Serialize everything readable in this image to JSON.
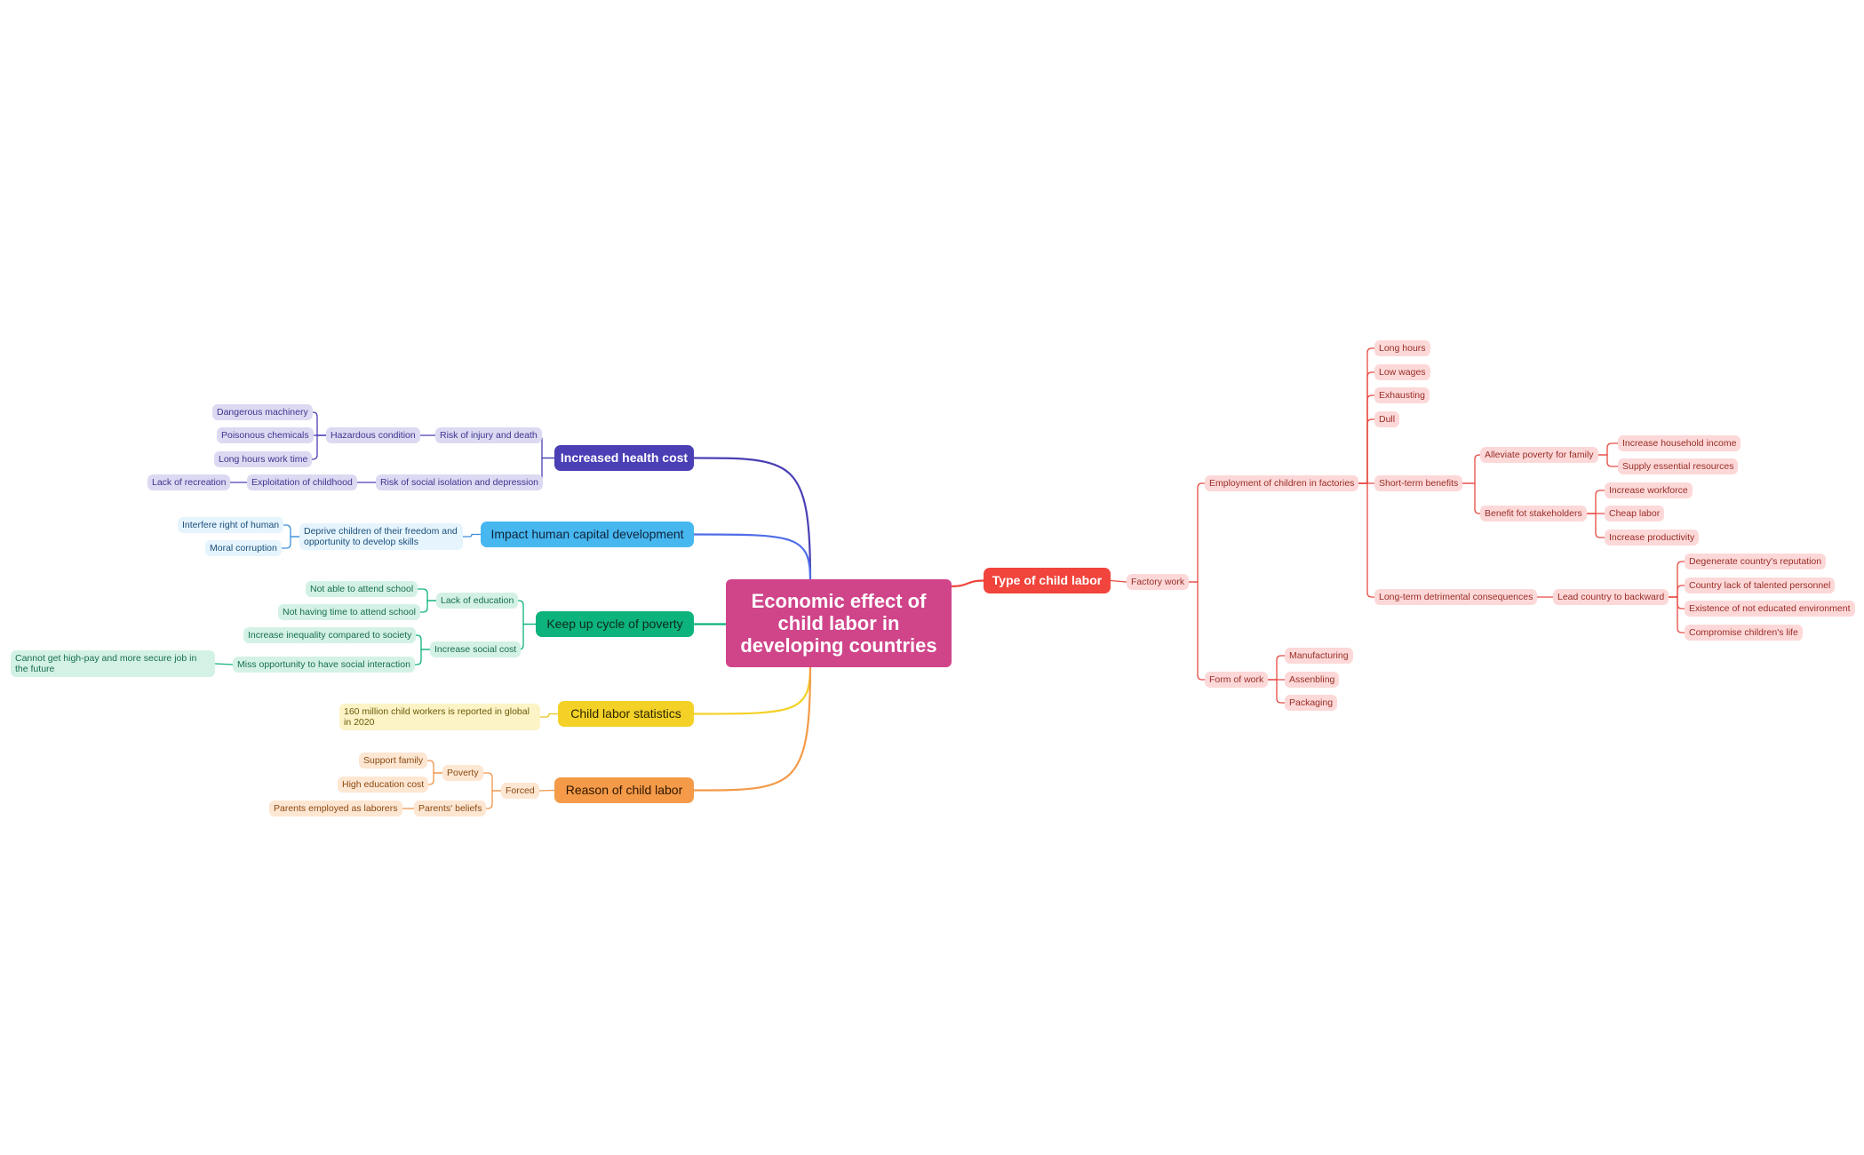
{
  "center": {
    "title": "Economic effect of child labor in developing countries",
    "color": "#d0448a"
  },
  "branches": {
    "health": {
      "label": "Increased health cost",
      "color": "#4a3fb5",
      "injury": "Risk of injury and death",
      "hazard": "Hazardous condition",
      "machinery": "Dangerous machinery",
      "chemicals": "Poisonous chemicals",
      "hours": "Long hours work time",
      "isolation": "Risk of social isolation and depression",
      "exploitation": "Exploitation of childhood",
      "recreation": "Lack of recreation"
    },
    "capital": {
      "label": "Impact human capital development",
      "color": "#47b7f0",
      "deprive": "Deprive children of their freedom and opportunity to develop skills",
      "interfere": "Interfere right of human",
      "moral": "Moral corruption"
    },
    "poverty": {
      "label": "Keep up cycle of poverty",
      "color": "#0db37c",
      "education": "Lack of education",
      "not_attend": "Not able to attend school",
      "no_time": "Not having time to attend school",
      "social_cost": "Increase social cost",
      "inequality": "Increase inequality compared to society",
      "miss": "Miss opportunity to have social interaction",
      "job": "Cannot get high-pay and more secure job in the future"
    },
    "stats": {
      "label": "Child labor statistics",
      "color": "#f3d127",
      "fact": "160 million child workers is reported in global in 2020"
    },
    "reason": {
      "label": "Reason of child labor",
      "color": "#f49a48",
      "forced": "Forced",
      "poverty": "Poverty",
      "support": "Support family",
      "high_edu": "High education cost",
      "beliefs": "Parents' beliefs",
      "parents": "Parents employed as laborers"
    },
    "type": {
      "label": "Type of child labor",
      "color": "#f0443c",
      "factory": "Factory work",
      "employment": "Employment of children in factories",
      "long_hours": "Long hours",
      "low_wages": "Low wages",
      "exhausting": "Exhausting",
      "dull": "Dull",
      "short_term": "Short-term benefits",
      "alleviate": "Alleviate poverty for family",
      "household": "Increase household income",
      "essential": "Supply essential resources",
      "stakeholders": "Benefit fot stakeholders",
      "workforce": "Increase workforce",
      "cheap": "Cheap labor",
      "productivity": "Increase productivity",
      "long_term": "Long-term detrimental consequences",
      "backward": "Lead country to backward",
      "reputation": "Degenerate country's reputation",
      "talent": "Country lack of talented personnel",
      "not_educated": "Existence of not educated environment",
      "compromise": "Compromise children's life",
      "form": "Form of work",
      "manufacturing": "Manufacturing",
      "assembling": "Assenbling",
      "packaging": "Packaging"
    }
  }
}
